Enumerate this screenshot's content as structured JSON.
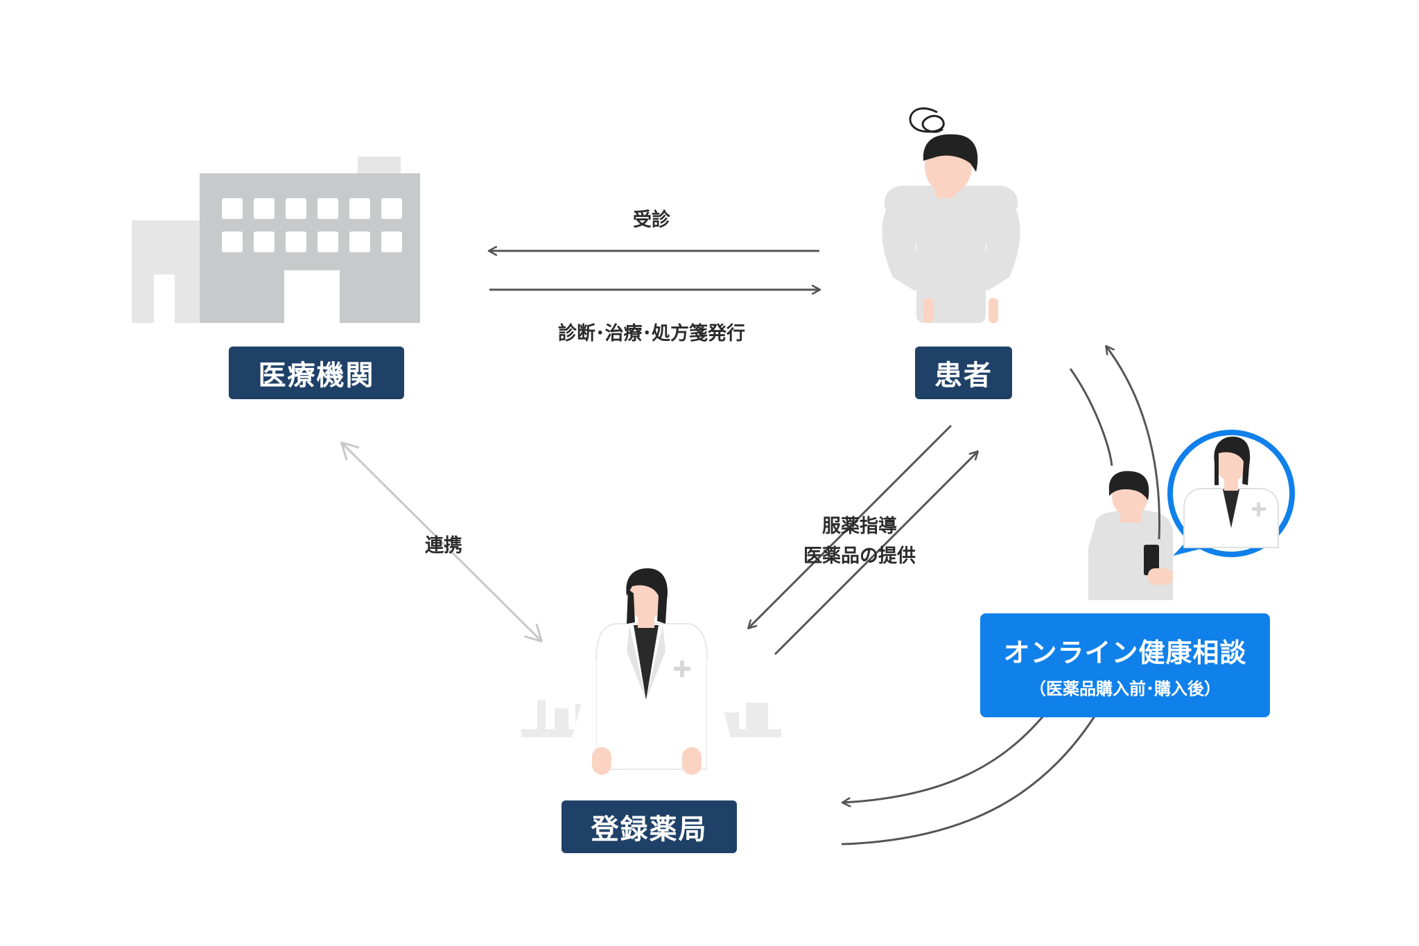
{
  "nodes": {
    "medical": "医療機関",
    "patient": "患者",
    "pharmacy": "登録薬局"
  },
  "edges": {
    "consult": "受診",
    "diagnosis": "診断･治療･処方箋発行",
    "cooperation": "連携",
    "guidance_line1": "服薬指導",
    "guidance_line2": "医薬品の提供"
  },
  "online": {
    "title": "オンライン健康相談",
    "subtitle": "（医薬品購入前･購入後）"
  },
  "colors": {
    "label_navy": "#1f4168",
    "online_blue": "#1080ea",
    "arrow_dark": "#555555",
    "arrow_light": "#c8c8c8",
    "building_gray": "#c8c8c8",
    "person_gray": "#e2e2e2",
    "skin": "#fbd3c2",
    "hair": "#222222"
  }
}
